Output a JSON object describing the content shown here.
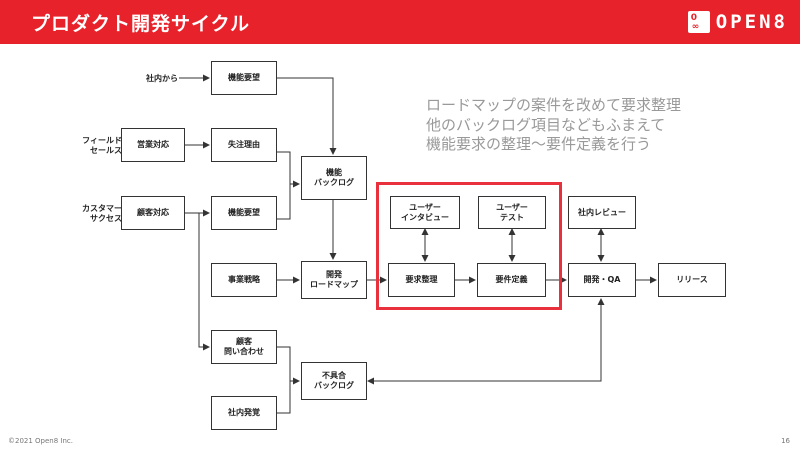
{
  "header": {
    "title": "プロダクト開発サイクル",
    "logo_text": "OPEN8",
    "logo_mark_top": "0",
    "logo_mark_bottom": "∞"
  },
  "colors": {
    "brand_red": "#e8222b",
    "frame_red": "#e8313d",
    "note_gray": "#999999"
  },
  "side_labels": {
    "internal": "社内から",
    "field_sales": [
      "フィールド",
      "セールス"
    ],
    "customer_success": [
      "カスタマー",
      "サクセス"
    ]
  },
  "boxes": {
    "func_request_top": [
      "機能要望"
    ],
    "sales_response": [
      "営業対応"
    ],
    "order_reason": [
      "失注理由"
    ],
    "customer_response": [
      "顧客対応"
    ],
    "func_request_mid": [
      "機能要望"
    ],
    "func_backlog": [
      "機能",
      "バックログ"
    ],
    "business_strategy": [
      "事業戦略"
    ],
    "dev_roadmap": [
      "開発",
      "ロードマップ"
    ],
    "customer_inquiry": [
      "顧客",
      "問い合わせ"
    ],
    "internal_discovery": [
      "社内発覚"
    ],
    "defect_backlog": [
      "不具合",
      "バックログ"
    ],
    "user_interview": [
      "ユーザー",
      "インタビュー"
    ],
    "user_test": [
      "ユーザー",
      "テスト"
    ],
    "requirement_organize": [
      "要求整理"
    ],
    "requirement_define": [
      "要件定義"
    ],
    "internal_review": [
      "社内レビュー"
    ],
    "dev_qa": [
      "開発・QA"
    ],
    "release": [
      "リリース"
    ]
  },
  "note": [
    "ロードマップの案件を改めて要求整理",
    "他のバックログ項目などもふまえて",
    "機能要求の整理〜要件定義を行う"
  ],
  "footer": {
    "copyright": "©2021 Open8 Inc.",
    "page_number": "16"
  }
}
